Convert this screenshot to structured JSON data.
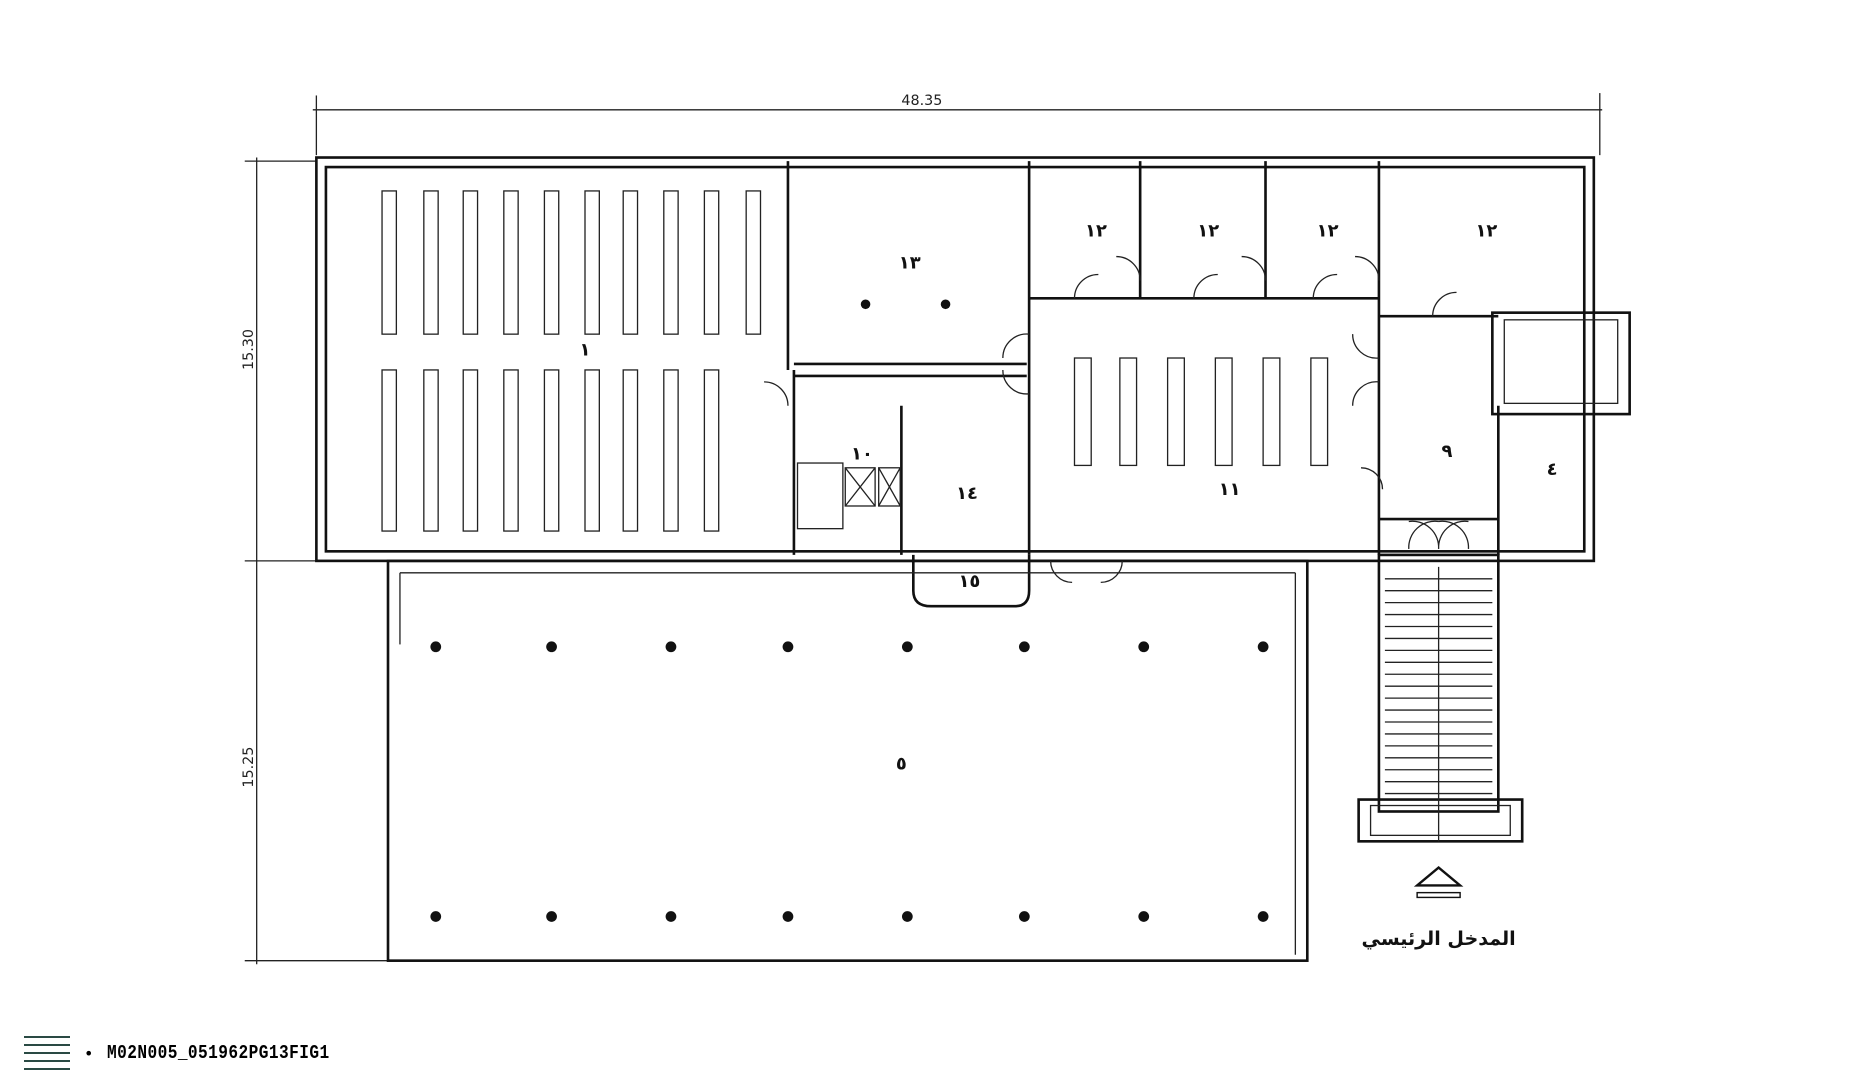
{
  "plan": {
    "dimensions": {
      "width": "48.35",
      "depth_upper": "15.30",
      "depth_lower": "15.25"
    },
    "rooms": {
      "r1": "١",
      "r13": "١٣",
      "r12a": "١٢",
      "r12b": "١٢",
      "r12c": "١٢",
      "r12d": "١٢",
      "r10": "١٠",
      "r14": "١٤",
      "r15": "١٥",
      "r11": "١١",
      "r9": "٩",
      "r4": "٤",
      "r5": "٥"
    },
    "entrance_label": "المدخل الرئيسي"
  },
  "footer": {
    "bullet": "•",
    "code": "M02N005_051962PG13FIG1"
  }
}
